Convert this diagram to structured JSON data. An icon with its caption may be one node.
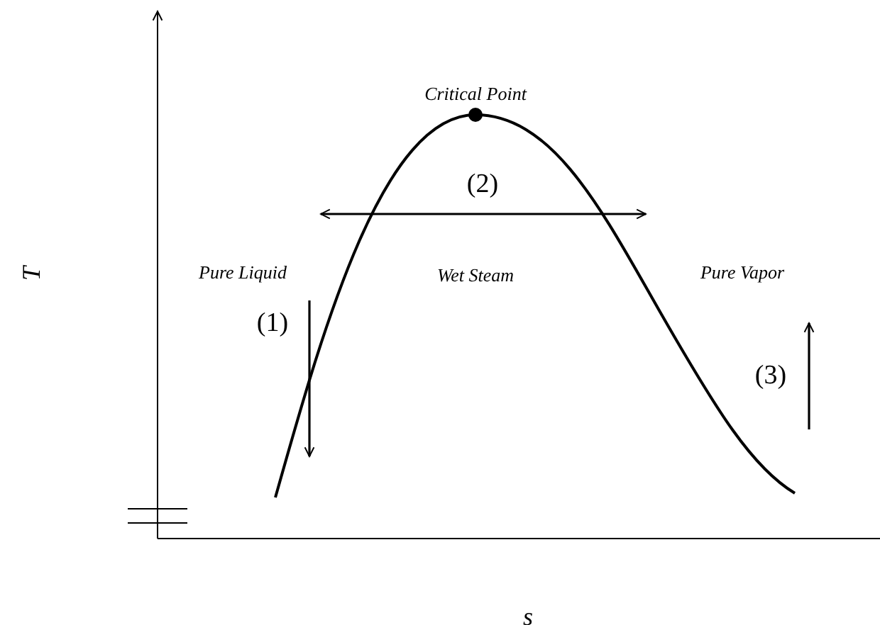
{
  "diagram": {
    "labels": [
      "Critical Point",
      "(2)",
      "T",
      "Pure Liquid",
      "Wet Steam",
      "Pure Vapor",
      "(1)",
      "(3)",
      "s"
    ]
  }
}
